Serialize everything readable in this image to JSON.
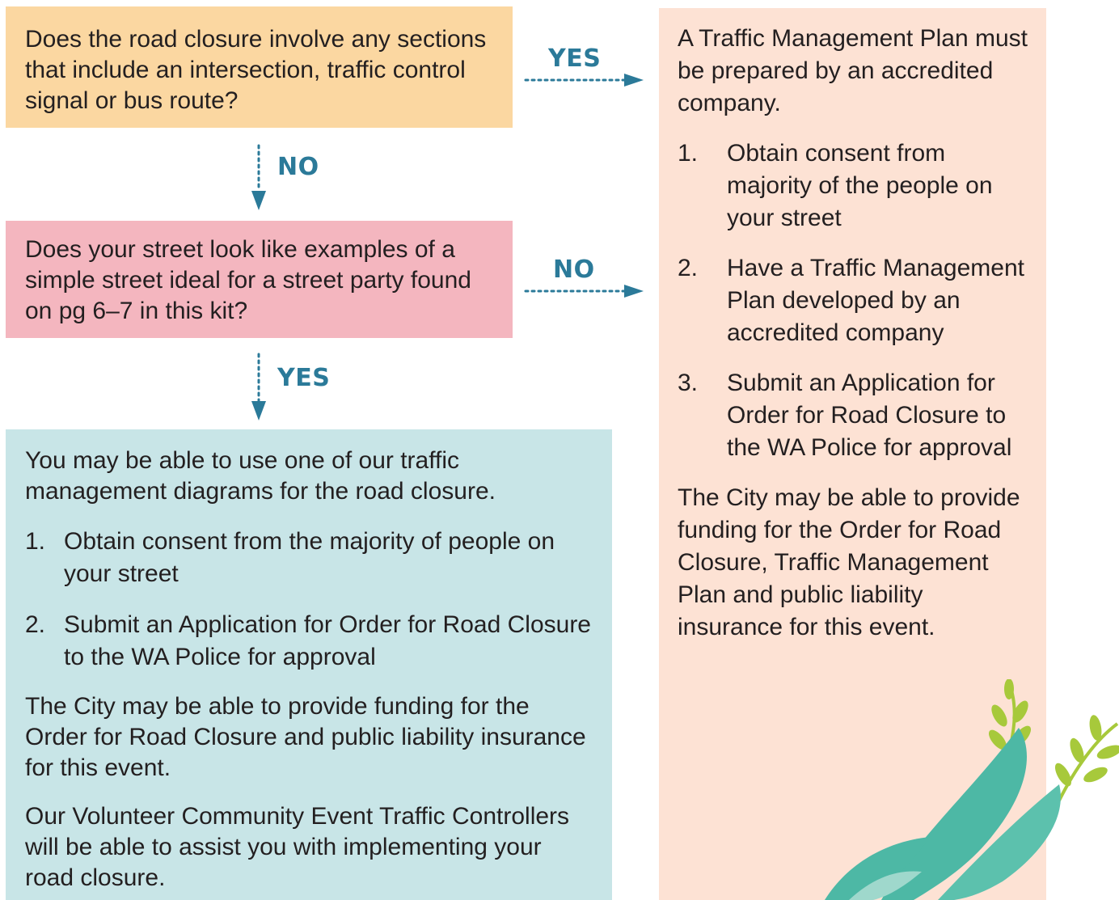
{
  "question1": "Does the road closure involve any sections that include an intersection, traffic control signal or bus route?",
  "question2": "Does your street look like examples of a simple street ideal for a street party found on pg 6–7 in this kit?",
  "arrows": {
    "q1_yes": "YES",
    "q1_no": "NO",
    "q2_no": "NO",
    "q2_yes": "YES"
  },
  "simple_path": {
    "intro": "You may be able to use one of our traffic management diagrams for the road closure.",
    "steps": [
      {
        "num": "1.",
        "text": "Obtain consent from the majority of people on your street"
      },
      {
        "num": "2.",
        "text": "Submit an Application for Order for Road Closure to the WA Police for approval"
      }
    ],
    "funding": "The City may be able to provide funding for the Order for Road Closure and public liability insurance for this event.",
    "volunteers": "Our Volunteer Community Event Traffic Controllers will be able to assist you with implementing your road closure."
  },
  "tmp_path": {
    "intro": "A Traffic Management Plan must be prepared by an accredited company.",
    "steps": [
      {
        "num": "1.",
        "text": "Obtain consent from majority of the people on your street"
      },
      {
        "num": "2.",
        "text": "Have a Traffic Management Plan developed by an accredited company"
      },
      {
        "num": "3.",
        "text": "Submit an Application for Order for Road Closure to the WA Police for approval"
      }
    ],
    "funding": "The City may be able to provide funding for the Order for Road Closure, Traffic Management Plan and public liability insurance for this event."
  },
  "colors": {
    "question1_bg": "#fbd7a1",
    "question2_bg": "#f4b6bf",
    "simple_path_bg": "#c8e5e7",
    "tmp_path_bg": "#fde2d4",
    "arrow": "#2b7a99",
    "leaf_large": "#4db8a5",
    "leaf_small": "#a7c93b"
  },
  "icons": {
    "decoration": "leaf-illustration",
    "arrow_right": "dotted-arrow-right",
    "arrow_down": "dotted-arrow-down"
  }
}
